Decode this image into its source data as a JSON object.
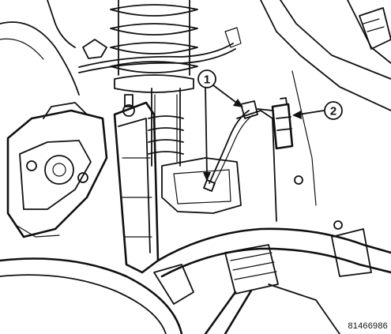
{
  "diagram": {
    "callouts": [
      {
        "label": "1"
      },
      {
        "label": "2"
      }
    ],
    "figure_id": "81466986"
  },
  "colors": {
    "ink": "#111111",
    "paper": "#ffffff"
  }
}
